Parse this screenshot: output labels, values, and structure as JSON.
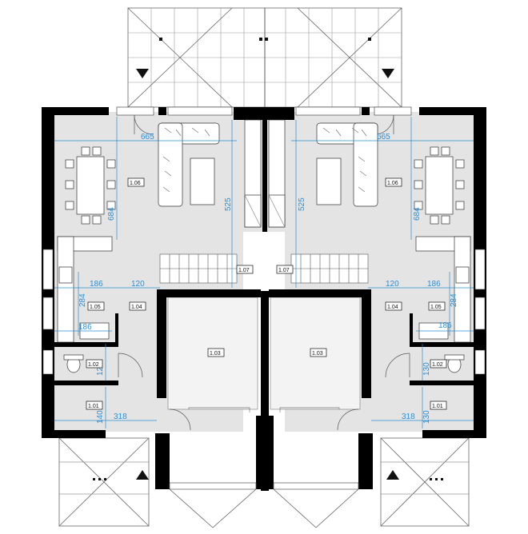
{
  "room_labels": {
    "living_left": "1.06",
    "living_right": "1.06",
    "stair_left": "1.07",
    "stair_right": "1.07",
    "garage_left": "1.03",
    "garage_right": "1.03",
    "kitchen_left": "1.05",
    "kitchen_right": "1.05",
    "hall_left": "1.04",
    "hall_right": "1.04",
    "wc_left": "1.02",
    "wc_right": "1.02",
    "entry_left": "1.01",
    "entry_right": "1.01"
  },
  "dimensions": {
    "top_left": "665",
    "top_right": "665",
    "height_left": "684",
    "height_right": "684",
    "center_left": "525",
    "center_right": "525",
    "kitchen_w_left": "186",
    "kitchen_w_right": "186",
    "hall_w_left": "120",
    "hall_w_right": "120",
    "kitchen_h_left": "284",
    "kitchen_h_right": "284",
    "bath_w_left": "186",
    "bath_w_right": "186",
    "wc_h_left": "120",
    "wc_h_right": "130",
    "entry_h_left": "140",
    "entry_h_right": "130",
    "entry_w_left": "318",
    "entry_w_right": "318"
  },
  "colors": {
    "wall": "#000000",
    "floor": "#e4e4e4",
    "dimension": "#2a8fd6",
    "line": "#666666"
  }
}
